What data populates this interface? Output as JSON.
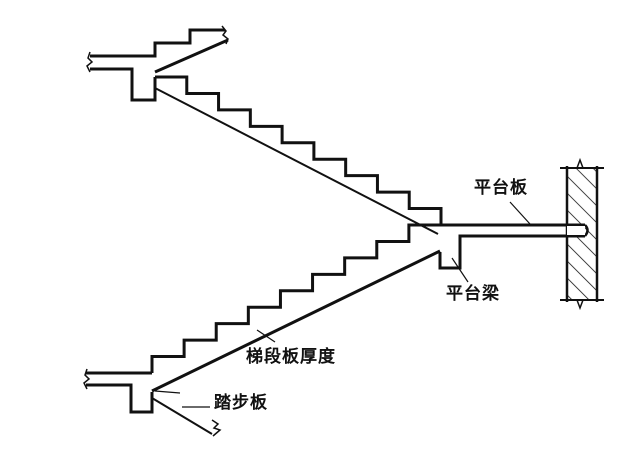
{
  "diagram": {
    "type": "stair-section-drawing",
    "labels": {
      "platform_slab": "平台板",
      "platform_beam": "平台梁",
      "flight_slab_thickness": "梯段板厚度",
      "tread_slab": "踏步板"
    },
    "components": [
      {
        "id": "upper-landing",
        "description": "upper floor landing slab with beam"
      },
      {
        "id": "upper-flight",
        "description": "descending stair flight with steps"
      },
      {
        "id": "middle-landing",
        "description": "platform slab spanning to wall"
      },
      {
        "id": "platform-beam",
        "description": "beam under platform slab"
      },
      {
        "id": "lower-flight",
        "description": "ascending stair flight with steps"
      },
      {
        "id": "lower-landing",
        "description": "lower floor landing slab with beam"
      },
      {
        "id": "wall",
        "description": "hatched masonry wall section"
      }
    ],
    "upper_flight_step_count": 9,
    "lower_flight_step_count": 9,
    "colors": {
      "line": "#111111",
      "background": "#ffffff"
    }
  }
}
